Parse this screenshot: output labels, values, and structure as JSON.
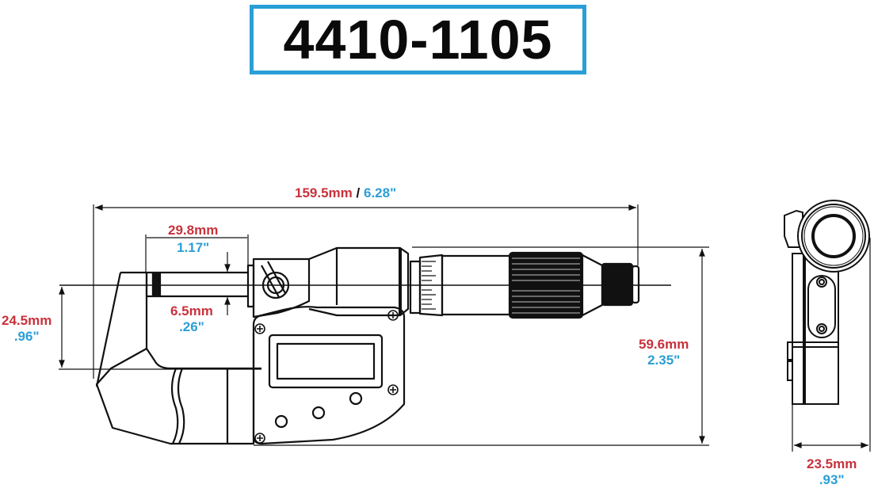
{
  "header": {
    "part_number": "4410-1105"
  },
  "colors": {
    "metric": "#c8323c",
    "imperial": "#2a9fd6",
    "title_border": "#2a9fd6",
    "line": "#111111"
  },
  "dimensions": {
    "overall_length": {
      "mm": "159.5mm",
      "separator": "/",
      "inch": "6.28\""
    },
    "spindle_travel": {
      "mm": "29.8mm",
      "inch": "1.17\""
    },
    "spindle_diameter": {
      "mm": "6.5mm",
      "inch": ".26\""
    },
    "throat_depth": {
      "mm": "24.5mm",
      "inch": ".96\""
    },
    "overall_height": {
      "mm": "59.6mm",
      "inch": "2.35\""
    },
    "width": {
      "mm": "23.5mm",
      "inch": ".93\""
    }
  },
  "views": [
    "front-view",
    "side-view"
  ]
}
